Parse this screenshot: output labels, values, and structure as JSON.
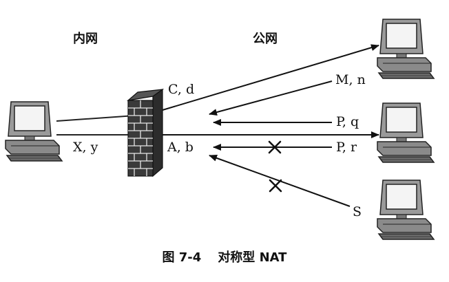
{
  "zones": {
    "inner": "内网",
    "public": "公网"
  },
  "labels": {
    "cd": "C, d",
    "mn": "M, n",
    "xy": "X, y",
    "ab": "A, b",
    "pq": "P, q",
    "pr": "P, r",
    "s": "S"
  },
  "caption": {
    "figure": "图 7-4",
    "title": "对称型 NAT"
  },
  "icons": {
    "internal_host": "desktop-computer-icon",
    "firewall": "brick-firewall-icon",
    "public_hosts": [
      "desktop-computer-icon",
      "desktop-computer-icon",
      "desktop-computer-icon"
    ],
    "blocked": "cross-mark-icon"
  },
  "colors": {
    "line": "#222222",
    "brick": "#3a3a3a",
    "screen": "#f4f4f4"
  }
}
